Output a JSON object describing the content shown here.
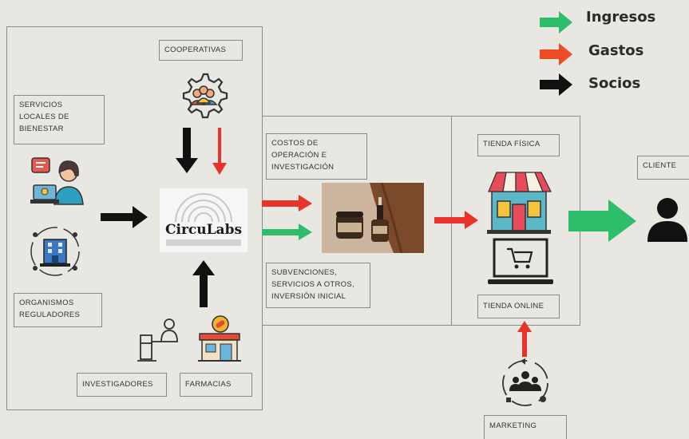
{
  "legend": {
    "ingresos": "Ingresos",
    "gastos": "Gastos",
    "socios": "Socios"
  },
  "colors": {
    "ingresos": "#2ebd6b",
    "gastos": "#ee3a2b",
    "socios": "#111111",
    "background": "#e8e7e2"
  },
  "labels": {
    "cooperativas": "COOPERATIVAS",
    "servicios": "SERVICIOS LOCALES DE BIENESTAR",
    "organismos": "ORGANISMOS REGULADORES",
    "investigadores": "INVESTIGADORES",
    "farmacias": "FARMACIAS",
    "costos": "COSTOS DE OPERACIÓN E INVESTIGACIÓN",
    "subvenciones": "SUBVENCIONES, SERVICIOS A OTROS, INVERSIÓN INICIAL",
    "tienda_fisica": "TIENDA FÍSICA",
    "tienda_online": "TIENDA ONLINE",
    "cliente": "CLIENTE",
    "marketing": "MARKETING"
  },
  "logo": {
    "name": "CircuLabs"
  },
  "icons": [
    "cooperative-gear-icon",
    "support-agent-icon",
    "government-building-icon",
    "researcher-microscope-icon",
    "pharmacy-store-icon",
    "product-bottles-image",
    "storefront-icon",
    "online-cart-icon",
    "customer-person-icon",
    "marketing-people-icon"
  ]
}
